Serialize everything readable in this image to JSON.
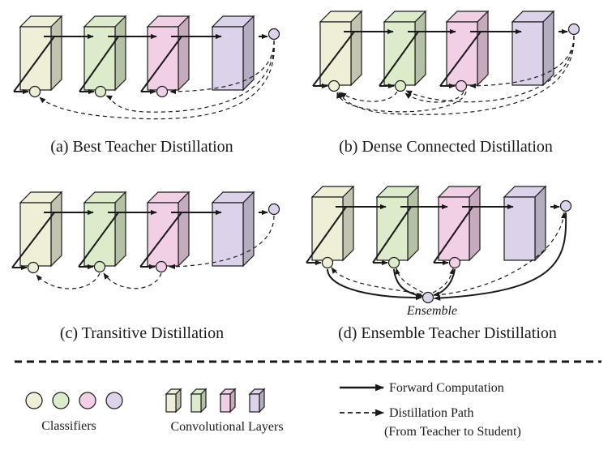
{
  "panels": [
    {
      "caption": "(a) Best Teacher Distillation"
    },
    {
      "caption": "(b) Dense Connected Distillation"
    },
    {
      "caption": "(c) Transitive Distillation"
    },
    {
      "caption": "(d) Ensemble Teacher Distillation",
      "ensemble_label": "Ensemble"
    }
  ],
  "legend": {
    "classifiers": "Classifiers",
    "conv_layers": "Convolutional Layers",
    "forward": "Forward Computation",
    "distill": "Distillation Path",
    "distill_note": "(From Teacher to Student)"
  },
  "colors": {
    "yellow": "#eeefd6",
    "green": "#dcebc9",
    "pink": "#f1d0e6",
    "purple": "#dcd3ea",
    "stroke": "#1a1a1a"
  }
}
